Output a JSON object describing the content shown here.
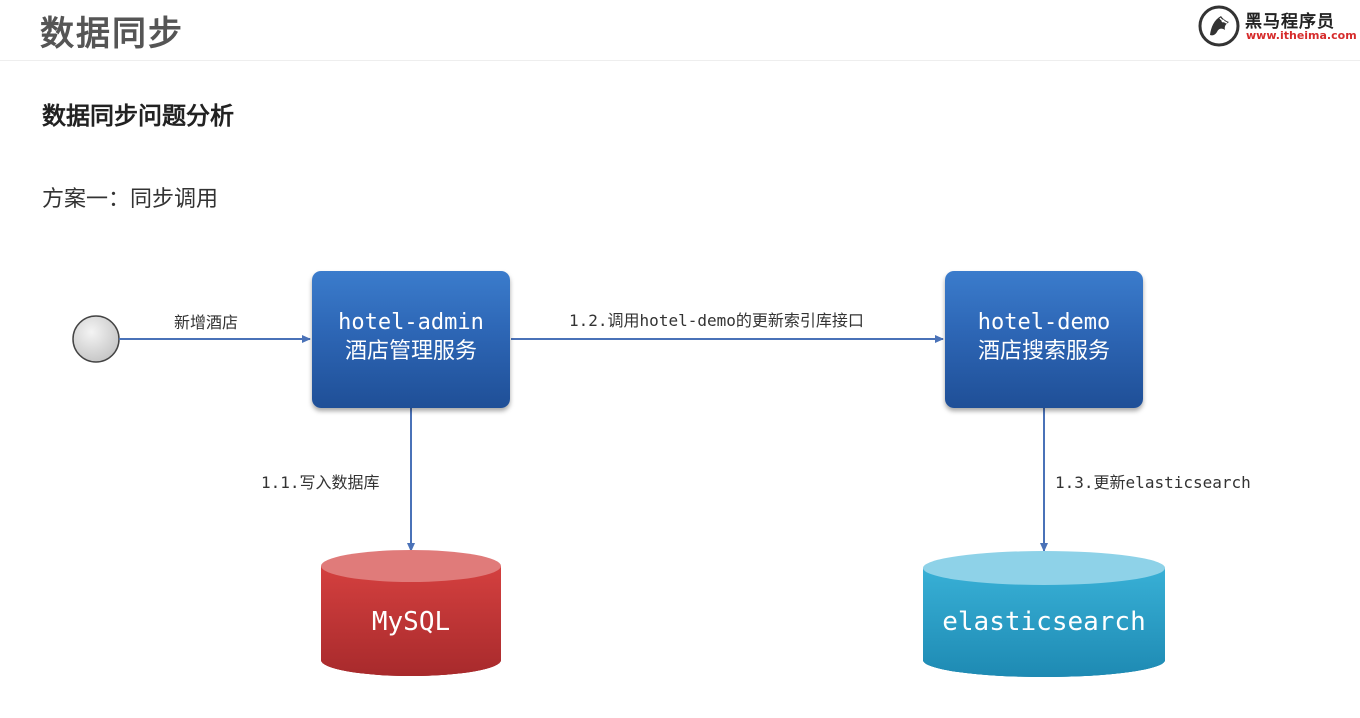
{
  "header": {
    "title": "数据同步",
    "logo": {
      "name": "黑马程序员",
      "url": "www.itheima.com",
      "icon": "horse-head-icon"
    }
  },
  "content": {
    "section_title": "数据同步问题分析",
    "scheme_title": "方案一：同步调用"
  },
  "diagram": {
    "start_node": {
      "shape": "circle",
      "color": "#d9d9d9"
    },
    "services": [
      {
        "name": "hotel-admin",
        "description": "酒店管理服务",
        "color": "#2d66b5"
      },
      {
        "name": "hotel-demo",
        "description": "酒店搜索服务",
        "color": "#2d66b5"
      }
    ],
    "databases": [
      {
        "name": "MySQL",
        "color": "#c8363a"
      },
      {
        "name": "elasticsearch",
        "color": "#2ea7cf"
      }
    ],
    "edges": [
      {
        "from": "start",
        "to": "hotel-admin",
        "label": "新增酒店"
      },
      {
        "from": "hotel-admin",
        "to": "MySQL",
        "label_prefix": "1.1.",
        "label_text": "写入数据库"
      },
      {
        "from": "hotel-admin",
        "to": "hotel-demo",
        "label_prefix": "1.2.",
        "label_text": "调用",
        "label_code": "hotel-demo",
        "label_suffix": "的更新索引库接口"
      },
      {
        "from": "hotel-demo",
        "to": "elasticsearch",
        "label_prefix": "1.3.",
        "label_text": "更新",
        "label_code": "elasticsearch"
      }
    ],
    "arrow_color": "#4a72b8"
  }
}
